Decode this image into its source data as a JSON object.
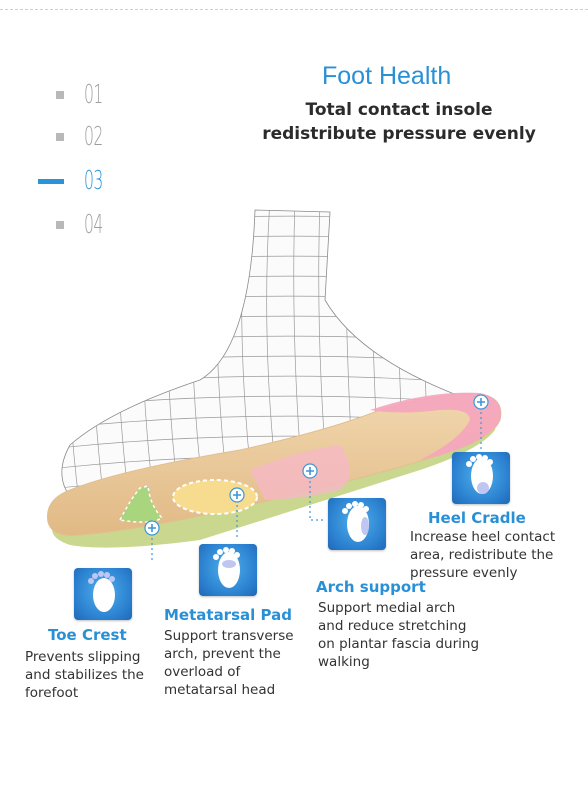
{
  "steps": [
    {
      "label": "01",
      "active": false
    },
    {
      "label": "02",
      "active": false
    },
    {
      "label": "03",
      "active": true
    },
    {
      "label": "04",
      "active": false
    }
  ],
  "header": {
    "title": "Foot Health",
    "subtitle_line1": "Total contact insole",
    "subtitle_line2": "redistribute pressure evenly"
  },
  "features": {
    "toe_crest": {
      "title": "Toe Crest",
      "desc": [
        "Prevents slipping",
        "and stabilizes the",
        "forefoot"
      ],
      "icon": "foot-sole-icon"
    },
    "metatarsal_pad": {
      "title": "Metatarsal Pad",
      "desc": [
        "Support transverse",
        "arch, prevent the",
        "overload of",
        "metatarsal head"
      ],
      "icon": "foot-sole-icon"
    },
    "arch_support": {
      "title": "Arch support",
      "desc": [
        "Support medial arch",
        "and reduce stretching",
        "on plantar fascia during",
        "walking"
      ],
      "icon": "foot-sole-icon"
    },
    "heel_cradle": {
      "title": "Heel Cradle",
      "desc": [
        "Increase heel contact",
        "area, redistribute the",
        "pressure evenly"
      ],
      "icon": "foot-sole-icon"
    }
  },
  "colors": {
    "accent_blue": "#2a90d6",
    "inactive_gray": "#9d9d9d",
    "insole_tan": "#e8c99c",
    "heel_pink": "#f3a3bc",
    "toe_green": "#a9d27d",
    "pad_yellow": "#f6d98c"
  }
}
